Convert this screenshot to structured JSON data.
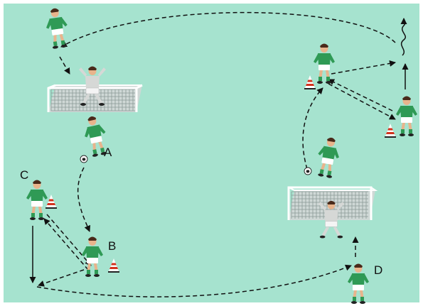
{
  "colors": {
    "pitch": "#a6e3cf",
    "border": "#ffffff",
    "jersey": "#2f9a55",
    "shorts": "#ffffff",
    "skin": "#e8b48c",
    "hair": "#4a2a1a",
    "keeper": "#d6d8d6",
    "goal_frame": "#ffffff",
    "net": "#cfd8d6",
    "ball": "#ffffff",
    "cone_stripe": "#d2321e",
    "cone_light": "#ffffff",
    "line": "#111111"
  },
  "labels": {
    "a": "A",
    "b": "B",
    "c": "C",
    "d": "D"
  },
  "icons": [
    "player-figure",
    "goalkeeper-figure",
    "goal",
    "cone-marker",
    "ball"
  ]
}
